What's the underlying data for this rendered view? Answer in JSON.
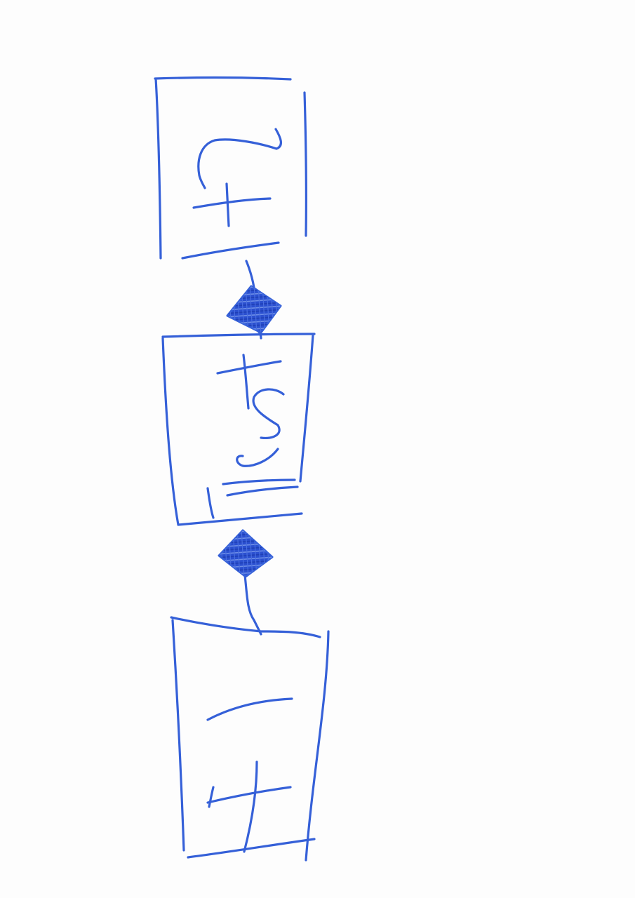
{
  "diagram": {
    "style": "hand-drawn sketch",
    "colors": {
      "background": "#fdfdfd",
      "ink": "#3560d8",
      "fill": "#2a4fcf"
    },
    "nodes": [
      {
        "id": "block-1",
        "shape": "rectangle",
        "glyph": "shelf-on-bracket"
      },
      {
        "id": "block-2",
        "shape": "rectangle",
        "glyph": "stacked-shelves"
      },
      {
        "id": "block-3",
        "shape": "rectangle",
        "glyph": "shelf-on-bracket"
      }
    ],
    "connectors": [
      {
        "from": "block-1",
        "to": "block-2",
        "marker": "filled-diamond"
      },
      {
        "from": "block-2",
        "to": "block-3",
        "marker": "filled-diamond"
      }
    ]
  }
}
